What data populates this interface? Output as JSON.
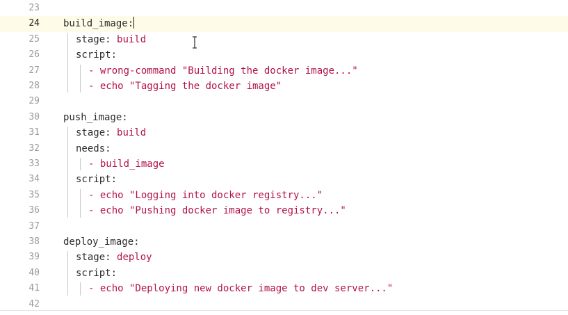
{
  "editor": {
    "active_line": "24",
    "lines": [
      {
        "num": "23",
        "indent": 0,
        "tokens": []
      },
      {
        "num": "24",
        "indent": 0,
        "tokens": [
          {
            "t": "build_image:",
            "c": "key"
          }
        ]
      },
      {
        "num": "25",
        "indent": 1,
        "tokens": [
          {
            "t": "stage: ",
            "c": "key"
          },
          {
            "t": "build",
            "c": "val"
          }
        ]
      },
      {
        "num": "26",
        "indent": 1,
        "tokens": [
          {
            "t": "script:",
            "c": "key"
          }
        ]
      },
      {
        "num": "27",
        "indent": 2,
        "tokens": [
          {
            "t": "- wrong-command \"Building the docker image...\"",
            "c": "val"
          }
        ]
      },
      {
        "num": "28",
        "indent": 2,
        "tokens": [
          {
            "t": "- echo \"Tagging the docker image\"",
            "c": "val"
          }
        ]
      },
      {
        "num": "29",
        "indent": 0,
        "tokens": []
      },
      {
        "num": "30",
        "indent": 0,
        "tokens": [
          {
            "t": "push_image:",
            "c": "key"
          }
        ]
      },
      {
        "num": "31",
        "indent": 1,
        "tokens": [
          {
            "t": "stage: ",
            "c": "key"
          },
          {
            "t": "build",
            "c": "val"
          }
        ]
      },
      {
        "num": "32",
        "indent": 1,
        "tokens": [
          {
            "t": "needs:",
            "c": "key"
          }
        ]
      },
      {
        "num": "33",
        "indent": 2,
        "tokens": [
          {
            "t": "- build_image",
            "c": "val"
          }
        ]
      },
      {
        "num": "34",
        "indent": 1,
        "tokens": [
          {
            "t": "script:",
            "c": "key"
          }
        ]
      },
      {
        "num": "35",
        "indent": 2,
        "tokens": [
          {
            "t": "- echo \"Logging into docker registry...\"",
            "c": "val"
          }
        ]
      },
      {
        "num": "36",
        "indent": 2,
        "tokens": [
          {
            "t": "- echo \"Pushing docker image to registry...\"",
            "c": "val"
          }
        ]
      },
      {
        "num": "37",
        "indent": 0,
        "tokens": []
      },
      {
        "num": "38",
        "indent": 0,
        "tokens": [
          {
            "t": "deploy_image:",
            "c": "key"
          }
        ]
      },
      {
        "num": "39",
        "indent": 1,
        "tokens": [
          {
            "t": "stage: ",
            "c": "key"
          },
          {
            "t": "deploy",
            "c": "val"
          }
        ]
      },
      {
        "num": "40",
        "indent": 1,
        "tokens": [
          {
            "t": "script:",
            "c": "key"
          }
        ]
      },
      {
        "num": "41",
        "indent": 2,
        "tokens": [
          {
            "t": "- echo \"Deploying new docker image to dev server...\"",
            "c": "val"
          }
        ]
      },
      {
        "num": "42",
        "indent": 0,
        "tokens": []
      }
    ]
  },
  "colors": {
    "key": "#2b2b2b",
    "value": "#b3124a",
    "active_line_bg": "#fefce8",
    "line_number": "#9a9a9a"
  },
  "icons": {
    "cursor": "text-cursor-ibeam-icon"
  }
}
